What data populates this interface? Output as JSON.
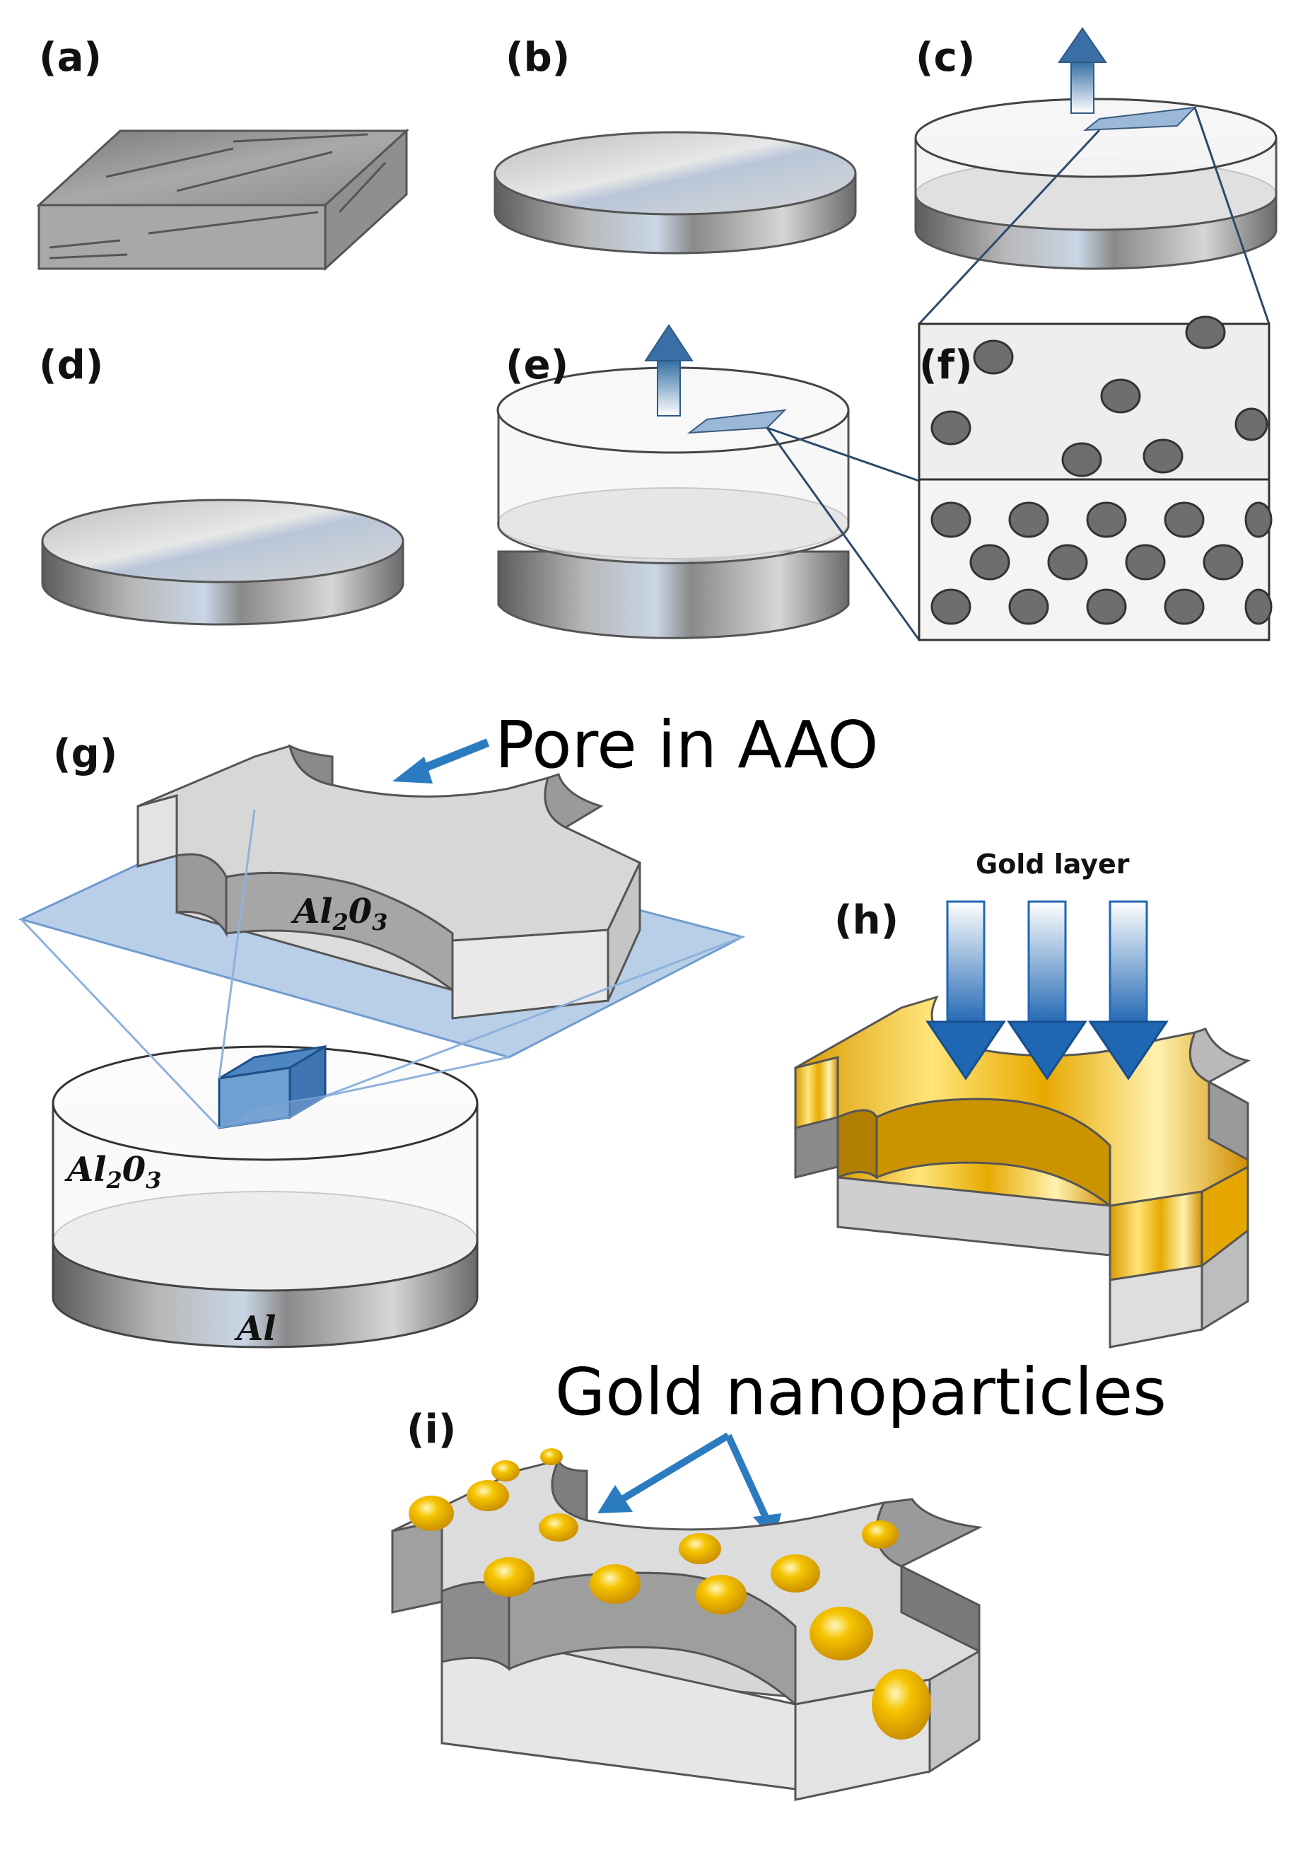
{
  "panels": {
    "a": "(a)",
    "b": "(b)",
    "c": "(c)",
    "d": "(d)",
    "e": "(e)",
    "f": "(f)",
    "g": "(g)",
    "h": "(h)",
    "i": "(i)"
  },
  "annotations": {
    "pore_label": "Pore in AAO",
    "gold_layer_label": "Gold layer",
    "nanoparticles_label": "Gold nanoparticles"
  },
  "material_labels": {
    "oxide_main": "Al",
    "oxide_sub": "2",
    "oxide_o": "0",
    "oxide_sub2": "3",
    "aluminum": "Al"
  },
  "colors": {
    "arrow_blue": "#2b7bc0",
    "gold": "#e6a800",
    "gray_dark": "#6e6e6e",
    "gray_light": "#d9d9d9",
    "plane_blue": "#7fa7d6"
  }
}
